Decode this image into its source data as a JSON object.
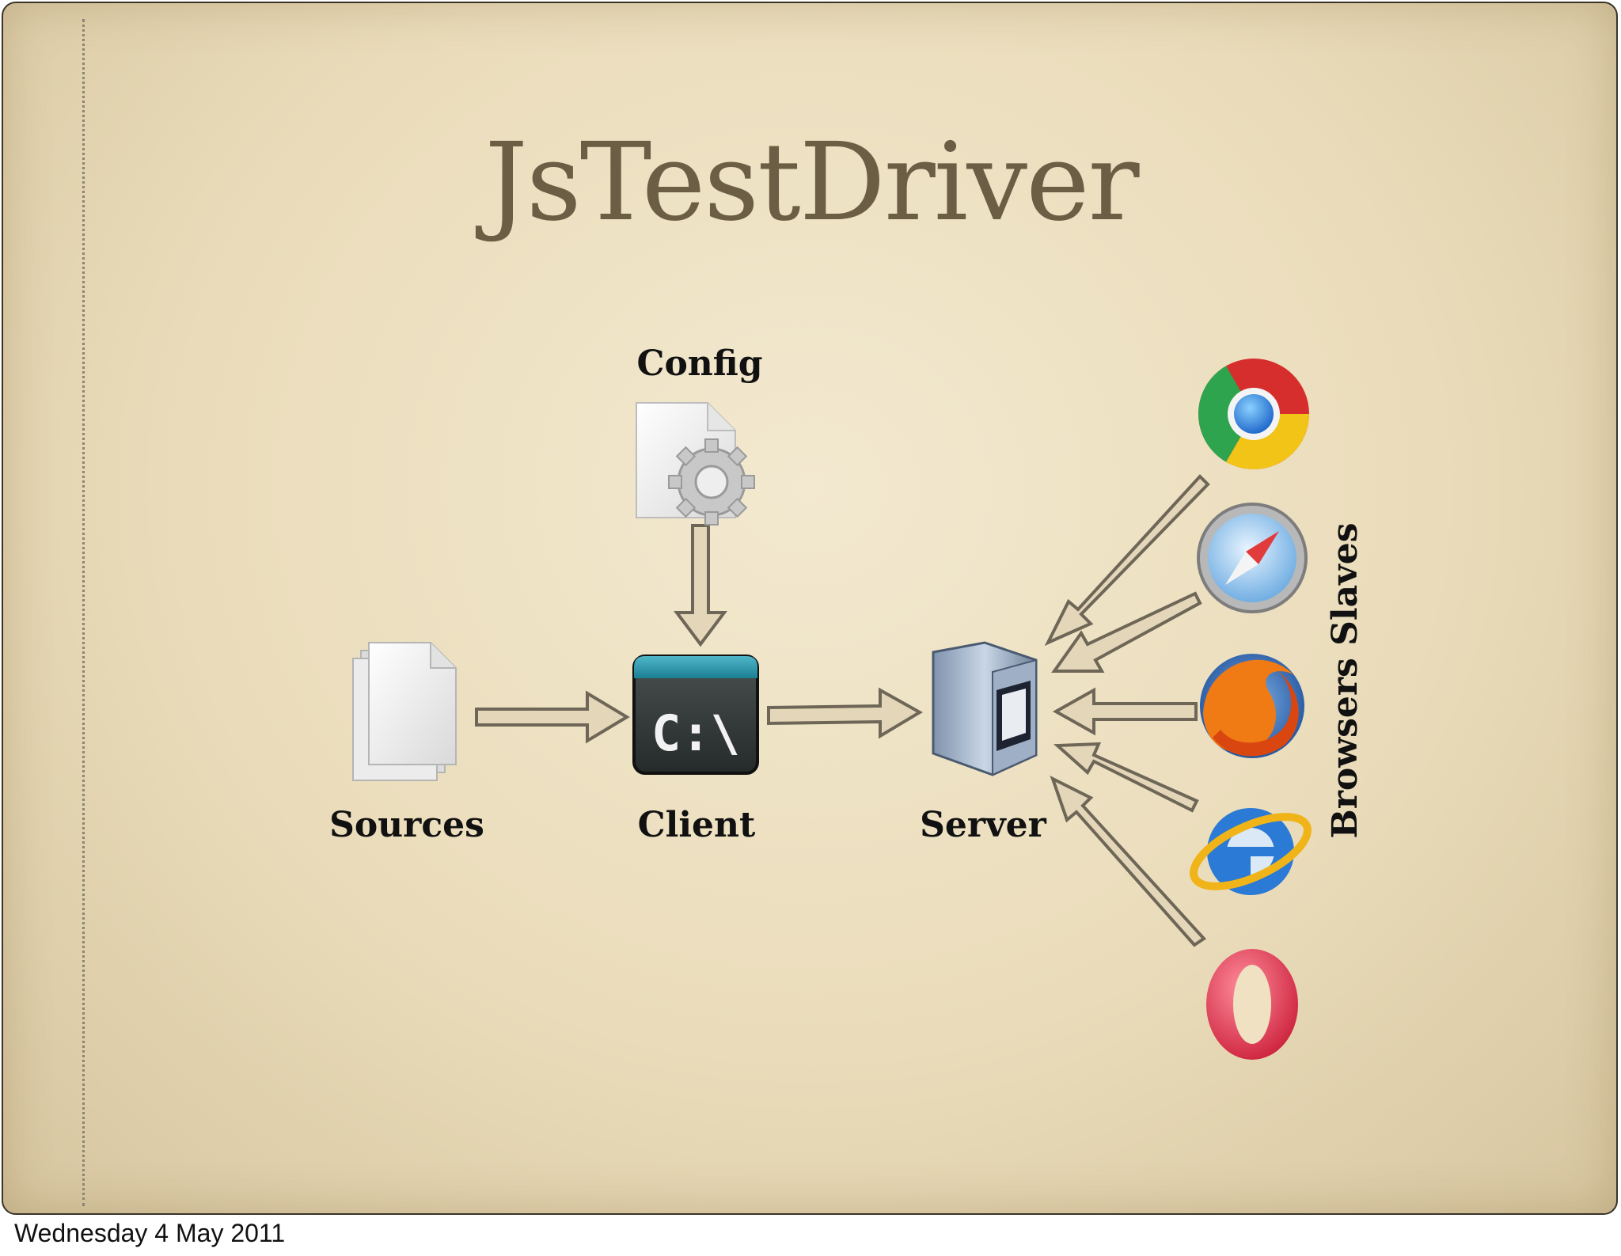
{
  "slide": {
    "title": "JsTestDriver"
  },
  "nodes": {
    "config": "Config",
    "sources": "Sources",
    "client": "Client",
    "client_prompt": "C:\\",
    "server": "Server",
    "browsers_label": "Browsers Slaves"
  },
  "browser_icons": [
    "chrome-icon",
    "safari-icon",
    "firefox-icon",
    "internet-explorer-icon",
    "opera-icon"
  ],
  "footer": {
    "date": "Wednesday 4 May 2011"
  }
}
